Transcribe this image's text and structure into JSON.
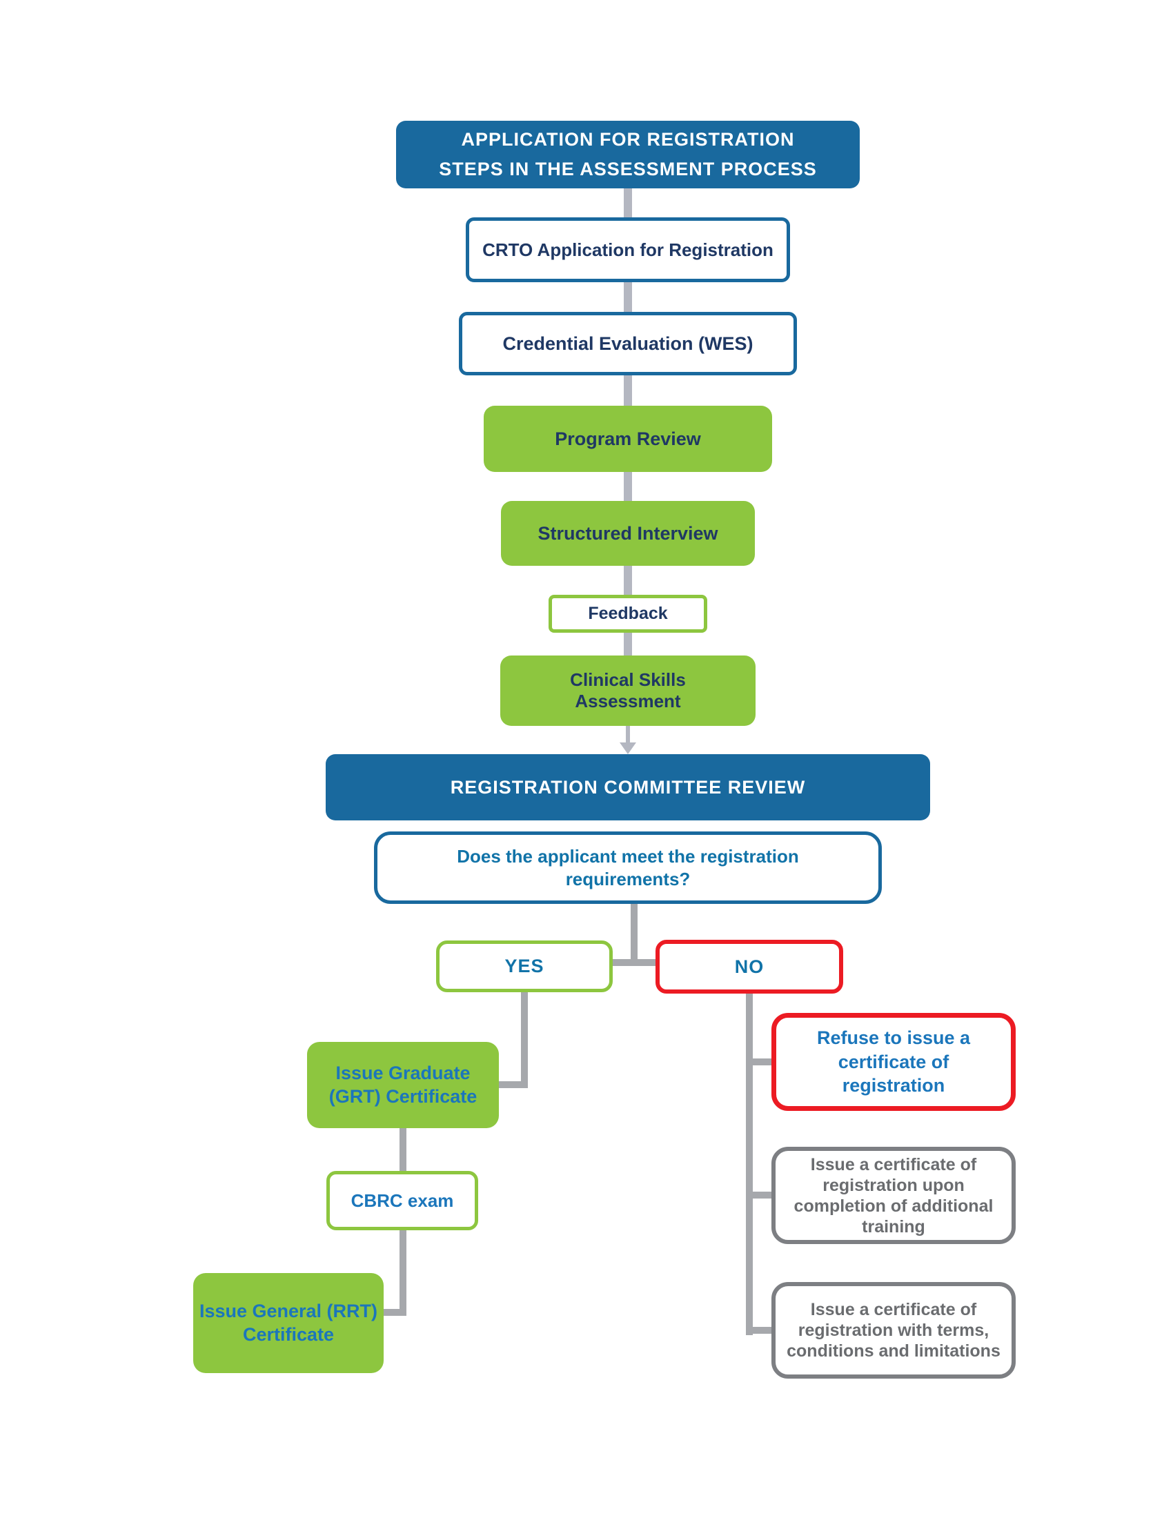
{
  "colors": {
    "blue": "#19699E",
    "navy": "#1F3864",
    "mid_blue": "#1173A8",
    "bright_blue": "#1B76BB",
    "green": "#8DC63F",
    "red": "#EC1B23",
    "gray_border": "#7D7F83",
    "gray_text": "#6A6C6F",
    "conn_light": "#B4B7C1",
    "conn_branch": "#A6A8AC"
  },
  "header": {
    "line1": "APPLICATION FOR REGISTRATION",
    "line2": "STEPS IN THE ASSESSMENT PROCESS"
  },
  "steps": {
    "crto": "CRTO Application for Registration",
    "credential": "Credential Evaluation (WES)",
    "program": "Program Review",
    "structured": "Structured Interview",
    "feedback": "Feedback",
    "clinical": {
      "line1": "Clinical Skills",
      "line2": "Assessment"
    }
  },
  "committee": {
    "banner": "REGISTRATION COMMITTEE REVIEW",
    "question": {
      "line1": "Does the applicant meet the registration",
      "line2": "requirements?"
    }
  },
  "decision": {
    "yes": "YES",
    "no": "NO"
  },
  "yes_branch": {
    "grt": {
      "line1": "Issue Graduate",
      "line2": "(GRT) Certificate"
    },
    "cbrc": "CBRC exam",
    "rrt": {
      "line1": "Issue General (RRT)",
      "line2": "Certificate"
    }
  },
  "no_branch": {
    "refuse": "Refuse to issue a certificate of registration",
    "additional": "Issue a certificate of registration upon completion of additional training",
    "terms": "Issue a certificate of registration with terms, conditions and limitations"
  }
}
